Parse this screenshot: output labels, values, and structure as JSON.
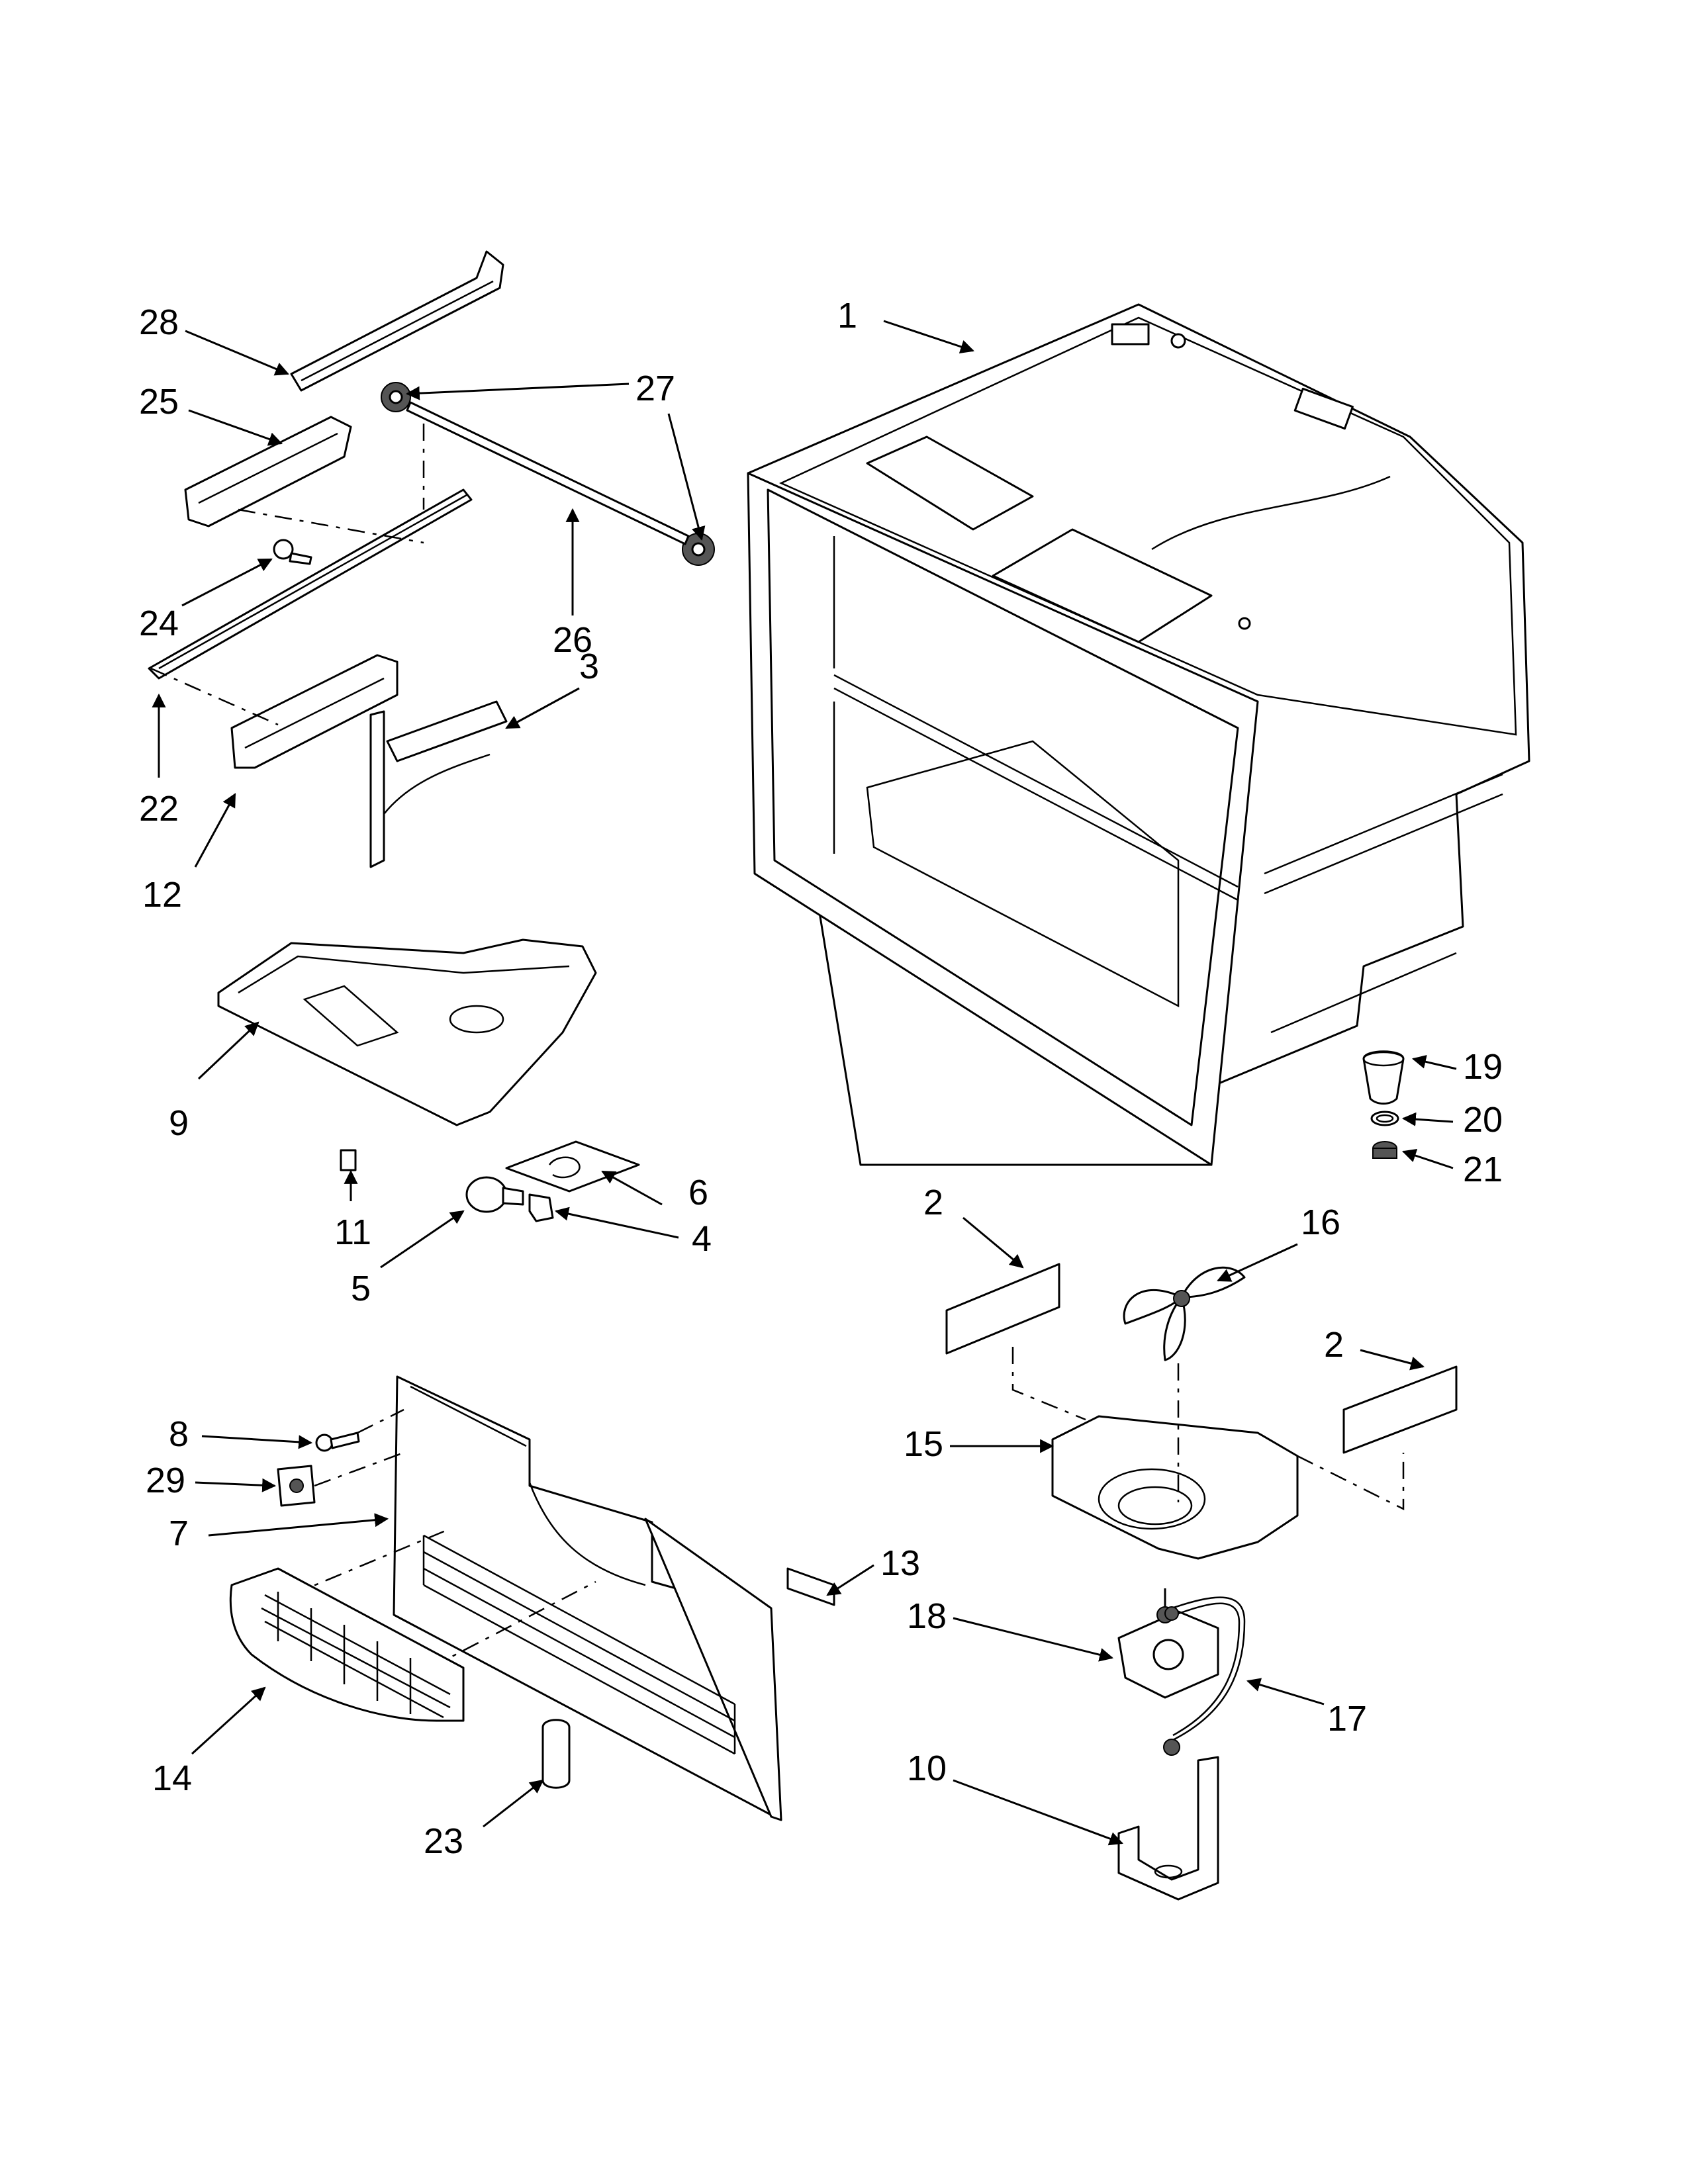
{
  "diagram": {
    "callouts": [
      {
        "id": "c1",
        "text": "1"
      },
      {
        "id": "c2a",
        "text": "2"
      },
      {
        "id": "c2b",
        "text": "2"
      },
      {
        "id": "c3",
        "text": "3"
      },
      {
        "id": "c4",
        "text": "4"
      },
      {
        "id": "c5",
        "text": "5"
      },
      {
        "id": "c6",
        "text": "6"
      },
      {
        "id": "c7",
        "text": "7"
      },
      {
        "id": "c8",
        "text": "8"
      },
      {
        "id": "c9",
        "text": "9"
      },
      {
        "id": "c10",
        "text": "10"
      },
      {
        "id": "c11",
        "text": "11"
      },
      {
        "id": "c12",
        "text": "12"
      },
      {
        "id": "c13",
        "text": "13"
      },
      {
        "id": "c14",
        "text": "14"
      },
      {
        "id": "c15",
        "text": "15"
      },
      {
        "id": "c16",
        "text": "16"
      },
      {
        "id": "c17",
        "text": "17"
      },
      {
        "id": "c18",
        "text": "18"
      },
      {
        "id": "c19",
        "text": "19"
      },
      {
        "id": "c20",
        "text": "20"
      },
      {
        "id": "c21",
        "text": "21"
      },
      {
        "id": "c22",
        "text": "22"
      },
      {
        "id": "c23",
        "text": "23"
      },
      {
        "id": "c24",
        "text": "24"
      },
      {
        "id": "c25",
        "text": "25"
      },
      {
        "id": "c26",
        "text": "26"
      },
      {
        "id": "c27",
        "text": "27"
      },
      {
        "id": "c28",
        "text": "28"
      },
      {
        "id": "c29",
        "text": "29"
      }
    ]
  }
}
